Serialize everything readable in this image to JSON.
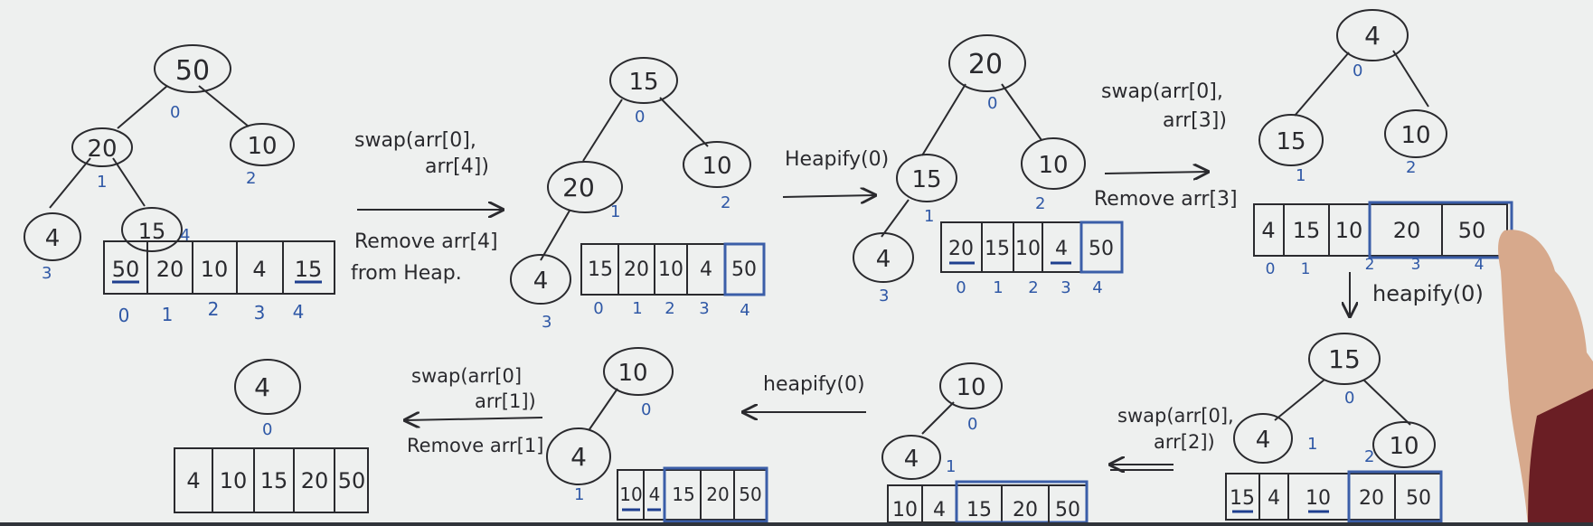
{
  "colors": {
    "background": "#eef0ef",
    "ink": "#2a2a2e",
    "index_ink": "#2f58a6",
    "underline": "#1f3f8f",
    "sorted_box": "#3b5ea8"
  },
  "trees": [
    {
      "nodes": [
        {
          "id": "t1n0",
          "value": "50",
          "index": "0"
        },
        {
          "id": "t1n1",
          "value": "20",
          "index": "1"
        },
        {
          "id": "t1n2",
          "value": "10",
          "index": "2"
        },
        {
          "id": "t1n3",
          "value": "4",
          "index": "3"
        },
        {
          "id": "t1n4",
          "value": "15",
          "index": "4"
        }
      ]
    },
    {
      "nodes": [
        {
          "id": "t2n0",
          "value": "15",
          "index": "0"
        },
        {
          "id": "t2n1",
          "value": "20",
          "index": "1"
        },
        {
          "id": "t2n2",
          "value": "10",
          "index": "2"
        },
        {
          "id": "t2n3",
          "value": "4",
          "index": "3"
        }
      ]
    },
    {
      "nodes": [
        {
          "id": "t3n0",
          "value": "20",
          "index": "0"
        },
        {
          "id": "t3n1",
          "value": "15",
          "index": "1"
        },
        {
          "id": "t3n2",
          "value": "10",
          "index": "2"
        },
        {
          "id": "t3n3",
          "value": "4",
          "index": "3"
        }
      ]
    },
    {
      "nodes": [
        {
          "id": "t4n0",
          "value": "4",
          "index": "0"
        },
        {
          "id": "t4n1",
          "value": "15",
          "index": "1"
        },
        {
          "id": "t4n2",
          "value": "10",
          "index": "2"
        }
      ]
    },
    {
      "nodes": [
        {
          "id": "t5n0",
          "value": "15",
          "index": "0"
        },
        {
          "id": "t5n1",
          "value": "4",
          "index": "1"
        },
        {
          "id": "t5n2",
          "value": "10",
          "index": "2"
        }
      ]
    },
    {
      "nodes": [
        {
          "id": "t6n0",
          "value": "10",
          "index": "0"
        },
        {
          "id": "t6n1",
          "value": "4",
          "index": "1"
        }
      ]
    },
    {
      "nodes": [
        {
          "id": "t7n0",
          "value": "10",
          "index": "0"
        },
        {
          "id": "t7n1",
          "value": "4",
          "index": "1"
        }
      ]
    },
    {
      "nodes": [
        {
          "id": "t8n0",
          "value": "4",
          "index": "0"
        }
      ]
    }
  ],
  "arrays": [
    {
      "cells": [
        "50",
        "20",
        "10",
        "4",
        "15"
      ],
      "indices": [
        "0",
        "1",
        "2",
        "3",
        "4"
      ]
    },
    {
      "cells": [
        "15",
        "20",
        "10",
        "4",
        "50"
      ],
      "indices": [
        "0",
        "1",
        "2",
        "3",
        "4"
      ]
    },
    {
      "cells": [
        "20",
        "15",
        "10",
        "4",
        "50"
      ],
      "indices": [
        "0",
        "1",
        "2",
        "3",
        "4"
      ]
    },
    {
      "cells": [
        "4",
        "15",
        "10",
        "20",
        "50"
      ],
      "indices": [
        "0",
        "1",
        "2",
        "3",
        "4"
      ]
    },
    {
      "cells": [
        "15",
        "4",
        "10",
        "20",
        "50"
      ],
      "indices": []
    },
    {
      "cells": [
        "10",
        "4",
        "15",
        "20",
        "50"
      ],
      "indices": []
    },
    {
      "cells": [
        "10",
        "4",
        "15",
        "20",
        "50"
      ],
      "indices": []
    },
    {
      "cells": [
        "4",
        "10",
        "15",
        "20",
        "50"
      ],
      "indices": []
    }
  ],
  "annotations": {
    "step1_swap_a": "swap(arr[0],",
    "step1_swap_b": "arr[4])",
    "step1_remove_a": "Remove arr[4]",
    "step1_remove_b": "from Heap.",
    "step2_heapify": "Heapify(0)",
    "step3_swap_a": "swap(arr[0],",
    "step3_swap_b": "arr[3])",
    "step3_remove": "Remove arr[3]",
    "step4_heapify": "heapify(0)",
    "step5_swap_a": "swap(arr[0],",
    "step5_swap_b": "arr[2])",
    "step6_heapify": "heapify(0)",
    "step7_swap_a": "swap(arr[0]",
    "step7_swap_b": "arr[1])",
    "step7_remove": "Remove arr[1]"
  }
}
